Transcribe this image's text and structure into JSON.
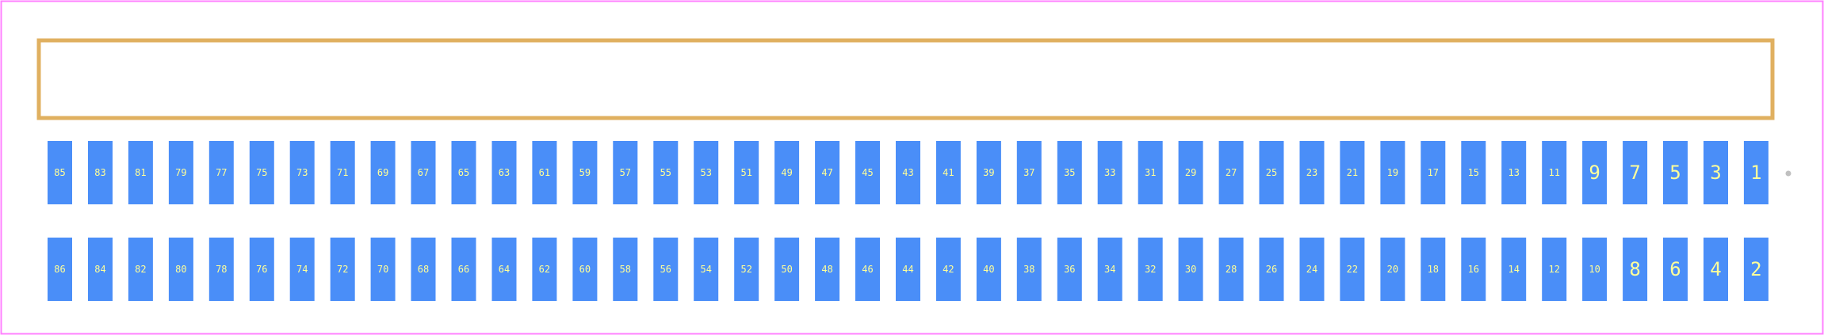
{
  "footprint": {
    "background_color": "#ffffff",
    "border_color": "#ff80ff",
    "outline_color": "#e0b060",
    "pad_color": "#4a8ef8",
    "label_color": "#ffff99",
    "pin1_marker_color": "#c0c0c0"
  },
  "pads": {
    "top_row": [
      "85",
      "83",
      "81",
      "79",
      "77",
      "75",
      "73",
      "71",
      "69",
      "67",
      "65",
      "63",
      "61",
      "59",
      "57",
      "55",
      "53",
      "51",
      "49",
      "47",
      "45",
      "43",
      "41",
      "39",
      "37",
      "35",
      "33",
      "31",
      "29",
      "27",
      "25",
      "23",
      "21",
      "19",
      "17",
      "15",
      "13",
      "11",
      "9",
      "7",
      "5",
      "3",
      "1"
    ],
    "bottom_row": [
      "86",
      "84",
      "82",
      "80",
      "78",
      "76",
      "74",
      "72",
      "70",
      "68",
      "66",
      "64",
      "62",
      "60",
      "58",
      "56",
      "54",
      "52",
      "50",
      "48",
      "46",
      "44",
      "42",
      "40",
      "38",
      "36",
      "34",
      "32",
      "30",
      "28",
      "26",
      "24",
      "22",
      "20",
      "18",
      "16",
      "14",
      "12",
      "10",
      "8",
      "6",
      "4",
      "2"
    ]
  }
}
